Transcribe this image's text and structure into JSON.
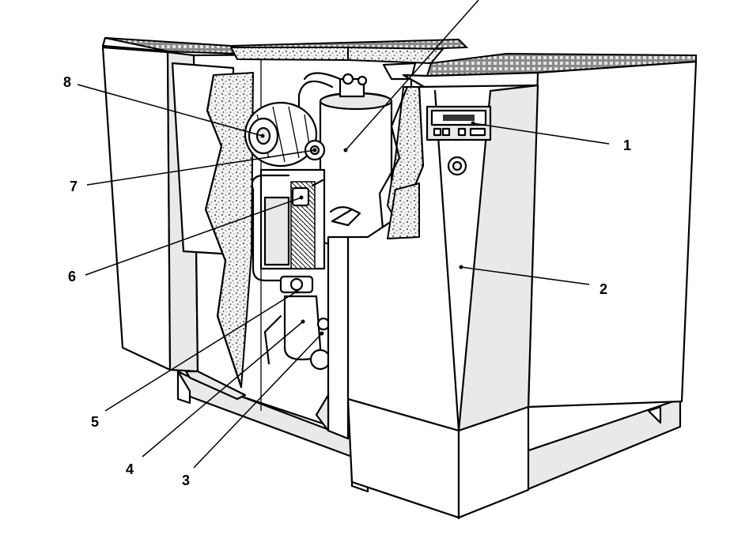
{
  "callouts": [
    {
      "id": "1",
      "label": "1"
    },
    {
      "id": "2",
      "label": "2"
    },
    {
      "id": "3",
      "label": "3"
    },
    {
      "id": "4",
      "label": "4"
    },
    {
      "id": "5",
      "label": "5"
    },
    {
      "id": "6",
      "label": "6"
    },
    {
      "id": "7",
      "label": "7"
    },
    {
      "id": "8",
      "label": "8"
    }
  ],
  "colors": {
    "line": "#000000",
    "panel": "#ffffff",
    "shade": "#e9e9e9",
    "foam": "#cfcfcf"
  }
}
